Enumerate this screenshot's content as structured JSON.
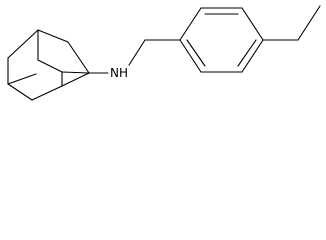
{
  "molecule": {
    "atom_labels": {
      "amine": "NH"
    },
    "fragments": [
      "adamantyl",
      "benzyl",
      "ethyl"
    ],
    "bond_color": "#000000",
    "background": "#ffffff"
  }
}
